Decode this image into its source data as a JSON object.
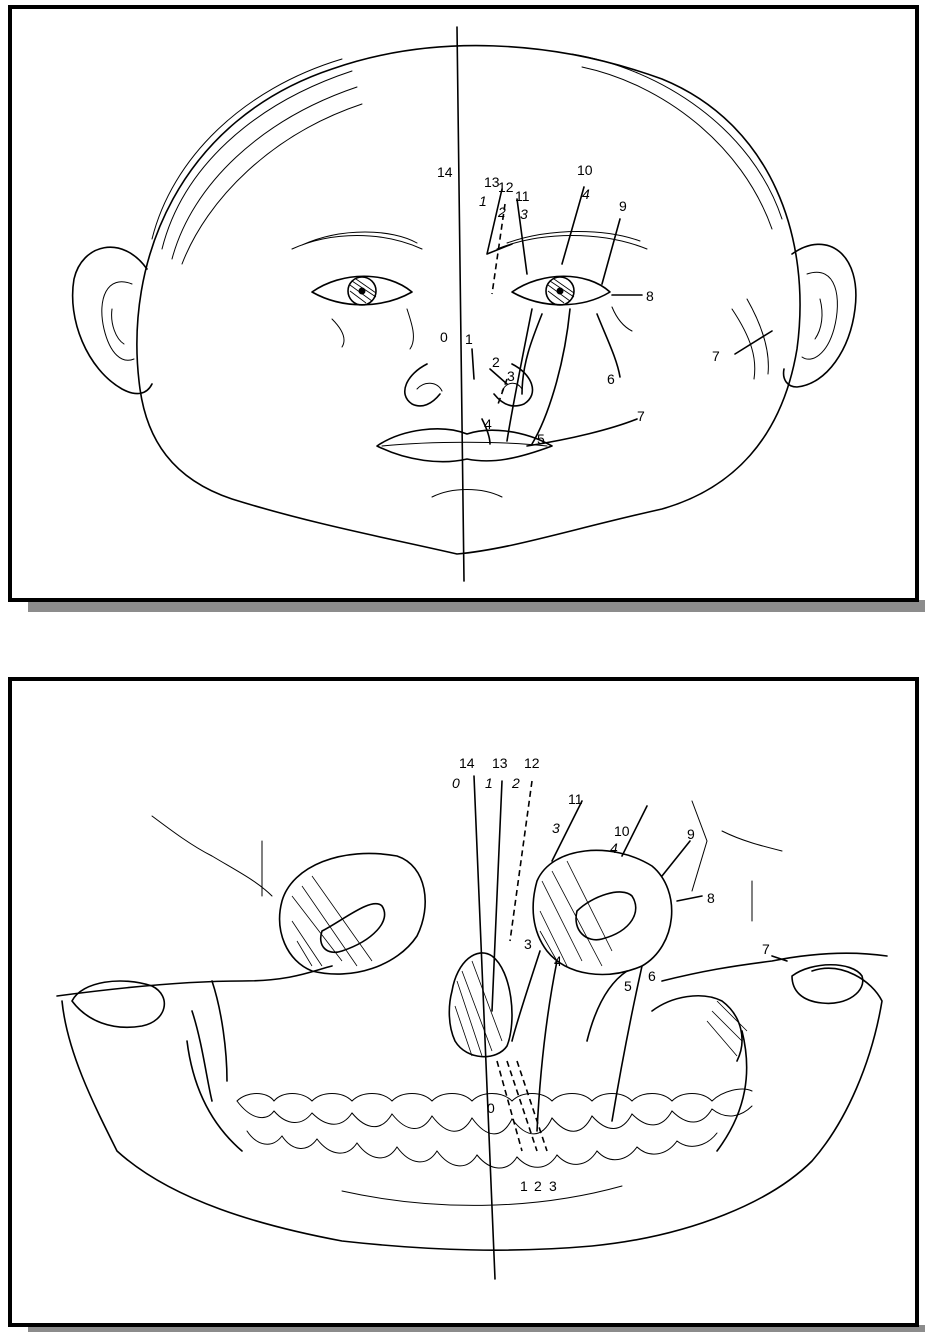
{
  "face_labels": {
    "l14": "14",
    "l13": "13",
    "l12": "12",
    "l11": "11",
    "l10": "10",
    "l9": "9",
    "l8": "8",
    "l7a": "7",
    "l7b": "7",
    "l6": "6",
    "l5": "5",
    "l4": "4",
    "l3": "3",
    "l2": "2",
    "l1": "1",
    "l0": "0",
    "i1": "1",
    "i2": "2",
    "i3": "3",
    "i4": "4"
  },
  "skull_labels": {
    "l14": "14",
    "l13": "13",
    "l12": "12",
    "l11": "11",
    "l10": "10",
    "l9": "9",
    "l8": "8",
    "l7": "7",
    "l6": "6",
    "l5": "5",
    "l4": "4",
    "l3": "3",
    "i0": "0",
    "i1": "1",
    "i2": "2",
    "i3": "3",
    "i4": "4",
    "b0": "0",
    "b1": "1",
    "b2": "2",
    "b3": "3"
  }
}
